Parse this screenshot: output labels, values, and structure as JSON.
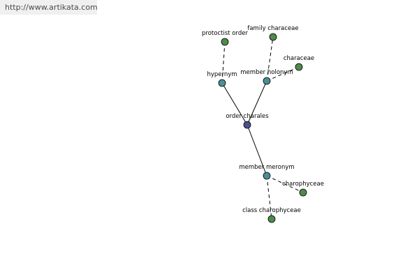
{
  "source": {
    "url": "http://www.artikata.com"
  },
  "colors": {
    "center": "#4b4f8c",
    "relation": "#4a8f95",
    "term": "#4f8b4a"
  },
  "diagram": {
    "nodes": [
      {
        "id": "order-charales",
        "label": "order charales",
        "kind": "center"
      },
      {
        "id": "hypernym",
        "label": "hypernym",
        "kind": "relation"
      },
      {
        "id": "member-holonym",
        "label": "member holonym",
        "kind": "relation"
      },
      {
        "id": "member-meronym",
        "label": "member meronym",
        "kind": "relation"
      },
      {
        "id": "protoctist-order",
        "label": "protoctist order",
        "kind": "term"
      },
      {
        "id": "family-characeae",
        "label": "family characeae",
        "kind": "term"
      },
      {
        "id": "characeae",
        "label": "characeae",
        "kind": "term"
      },
      {
        "id": "charophyceae",
        "label": "charophyceae",
        "kind": "term"
      },
      {
        "id": "class-charophyceae",
        "label": "class charophyceae",
        "kind": "term"
      }
    ],
    "edges": [
      {
        "from": "order-charales",
        "to": "hypernym",
        "style": "solid"
      },
      {
        "from": "order-charales",
        "to": "member-holonym",
        "style": "solid"
      },
      {
        "from": "order-charales",
        "to": "member-meronym",
        "style": "solid"
      },
      {
        "from": "hypernym",
        "to": "protoctist-order",
        "style": "dashed"
      },
      {
        "from": "member-holonym",
        "to": "family-characeae",
        "style": "dashed"
      },
      {
        "from": "member-holonym",
        "to": "characeae",
        "style": "dashed"
      },
      {
        "from": "member-meronym",
        "to": "charophyceae",
        "style": "dashed"
      },
      {
        "from": "member-meronym",
        "to": "class-charophyceae",
        "style": "dashed"
      }
    ]
  }
}
